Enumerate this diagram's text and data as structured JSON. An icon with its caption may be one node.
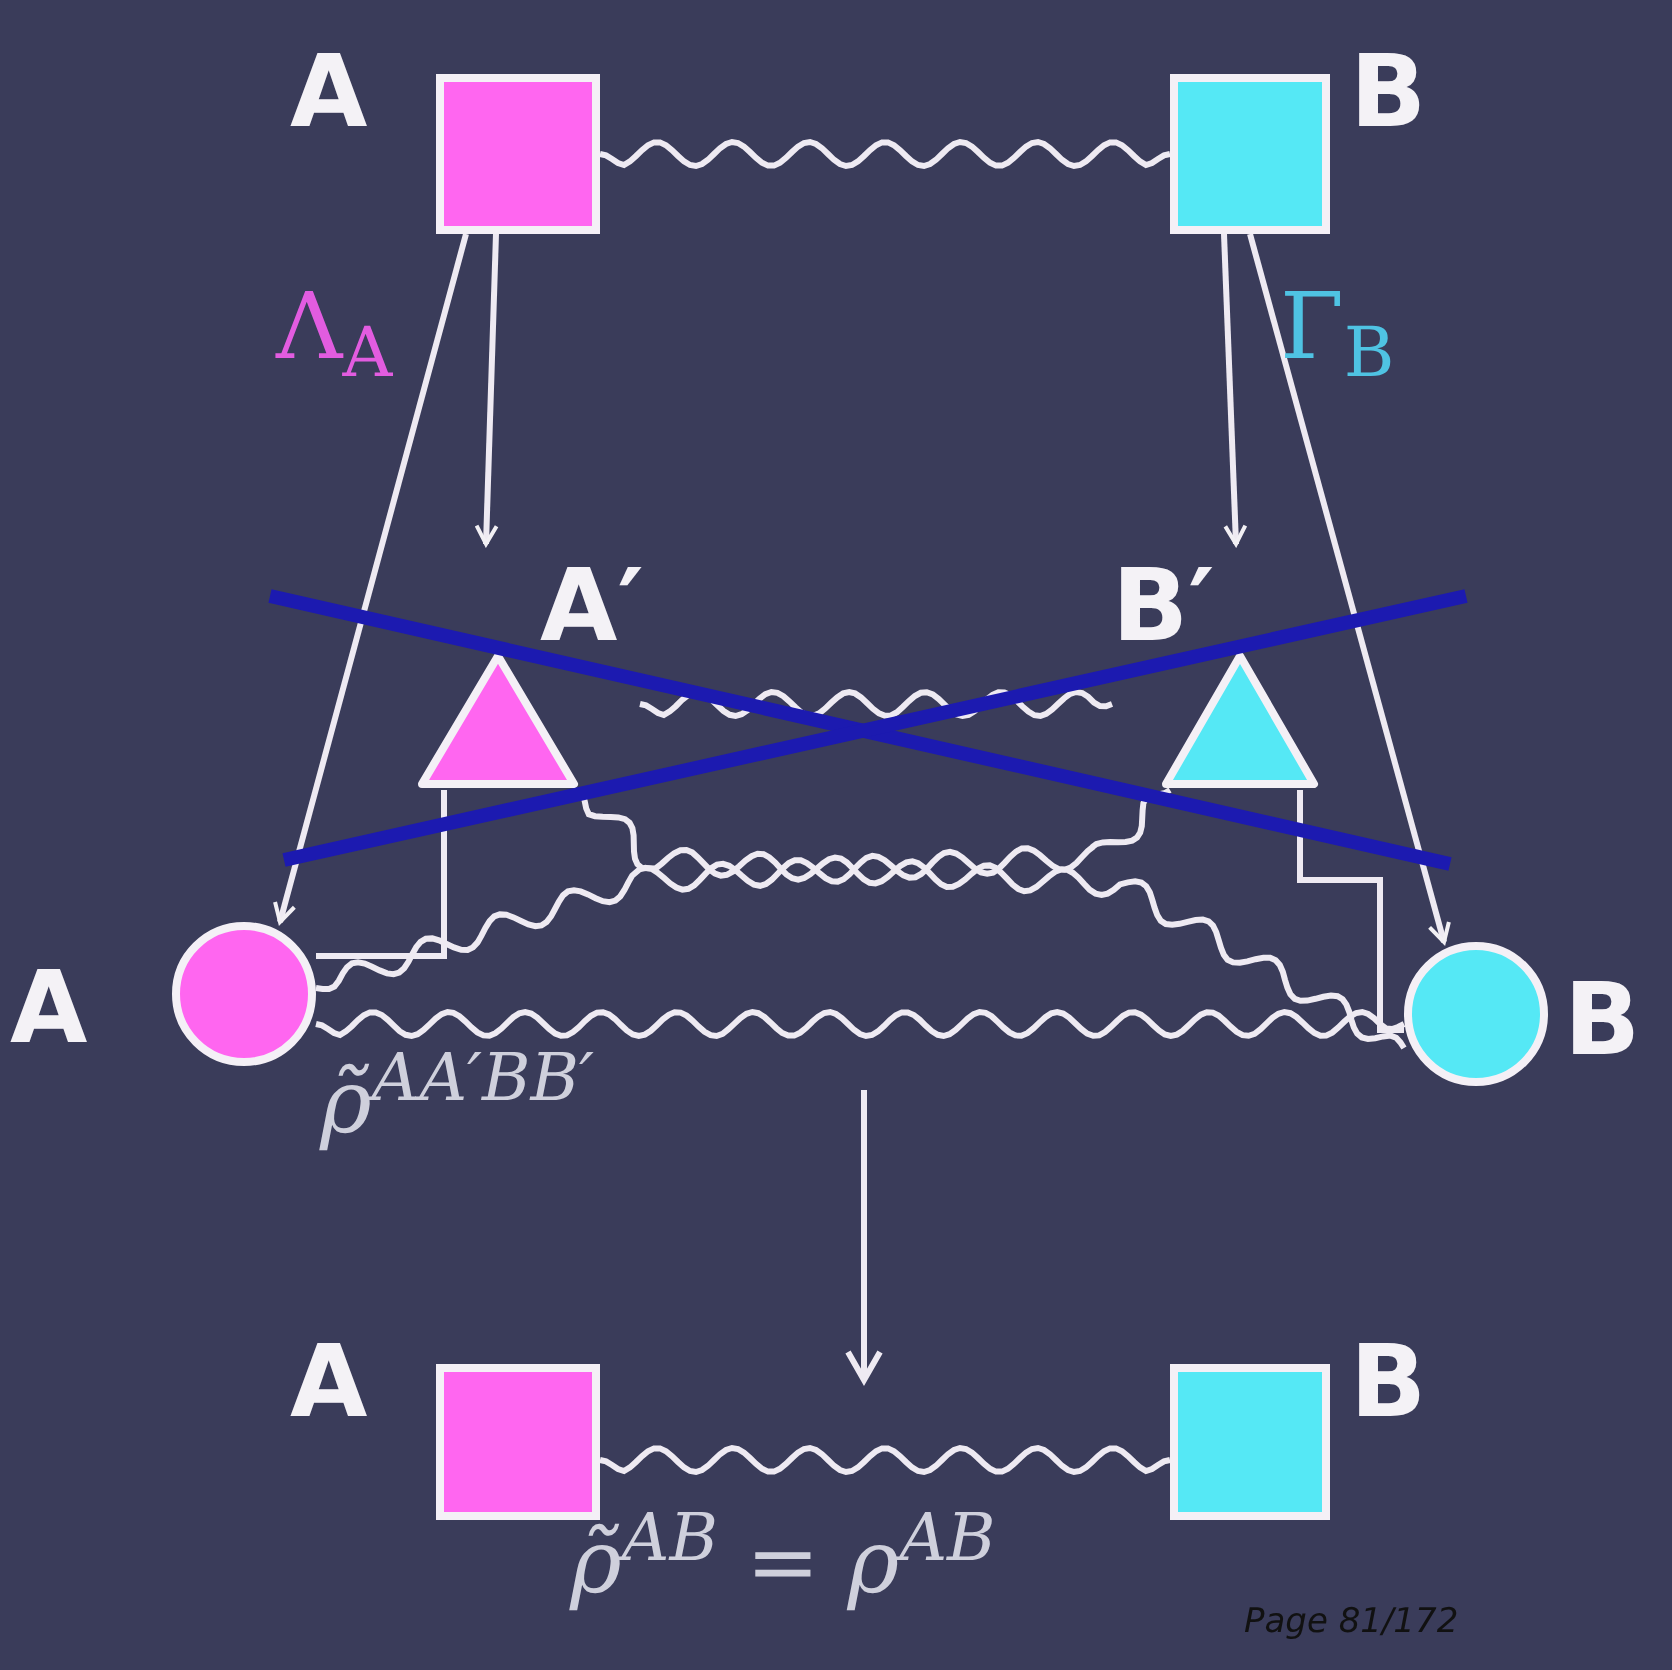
{
  "diagram": {
    "nodes": [
      {
        "text": [
          "A"
        ]
      },
      {
        "text": [
          "B"
        ]
      },
      {
        "text": [
          "A′"
        ]
      },
      {
        "text": [
          "B′"
        ]
      },
      {
        "text": [
          "A"
        ]
      },
      {
        "text": [
          "B"
        ]
      },
      {
        "text": [
          "A"
        ]
      },
      {
        "text": [
          "B"
        ]
      }
    ],
    "edges": [
      {
        "from": 0,
        "to": 1,
        "arrow": "none"
      },
      {
        "from": 0,
        "to": 2,
        "arrow": "to"
      },
      {
        "from": 0,
        "to": 4,
        "arrow": "to"
      },
      {
        "from": 1,
        "to": 3,
        "arrow": "to"
      },
      {
        "from": 1,
        "to": 5,
        "arrow": "to"
      },
      {
        "from": 2,
        "to": 3,
        "arrow": "none"
      },
      {
        "from": 2,
        "to": 4,
        "arrow": "none"
      },
      {
        "from": 3,
        "to": 5,
        "arrow": "none"
      },
      {
        "from": 2,
        "to": 5,
        "arrow": "none"
      },
      {
        "from": 3,
        "to": 4,
        "arrow": "none"
      },
      {
        "from": 4,
        "to": 5,
        "arrow": "none"
      },
      {
        "from": 6,
        "to": 7,
        "arrow": "none"
      }
    ],
    "labels": [
      "Λ$_{A}$",
      "Γ$_{B}$",
      "ρ̃$^{AA′BB′}$",
      "ρ̃$^{AB}$ = ρ$^{AB}$",
      "Page 81/172"
    ]
  }
}
